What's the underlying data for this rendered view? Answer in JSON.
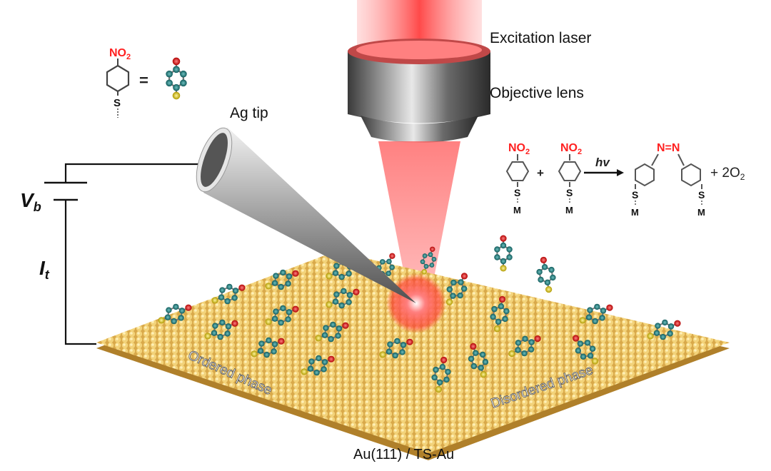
{
  "labels": {
    "excitation_laser": "Excitation laser",
    "objective_lens": "Objective lens",
    "ag_tip": "Ag tip",
    "bias_voltage": "V",
    "bias_voltage_sub": "b",
    "tunneling_current": "I",
    "tunneling_current_sub": "t",
    "ordered_phase": "Ordered phase",
    "disordered_phase": "Disordered phase",
    "substrate": "Au(111) / TS-Au"
  },
  "legend_molecule": {
    "group": "NO",
    "group_sub": "2",
    "sulfur": "S",
    "equals": "="
  },
  "reaction": {
    "reactant_group": "NO",
    "reactant_group_sub": "2",
    "sulfur": "S",
    "metal": "M",
    "plus": "+",
    "light": "hv",
    "azo": "N=N",
    "byproduct": "+ 2O",
    "byproduct_sub": "2"
  },
  "colors": {
    "carbon": "#1f7a7a",
    "oxygen": "#e01010",
    "sulfur": "#e8d020",
    "gold": "#e8c060",
    "laser": "#ff4040",
    "nitro_text": "#ff2020"
  }
}
